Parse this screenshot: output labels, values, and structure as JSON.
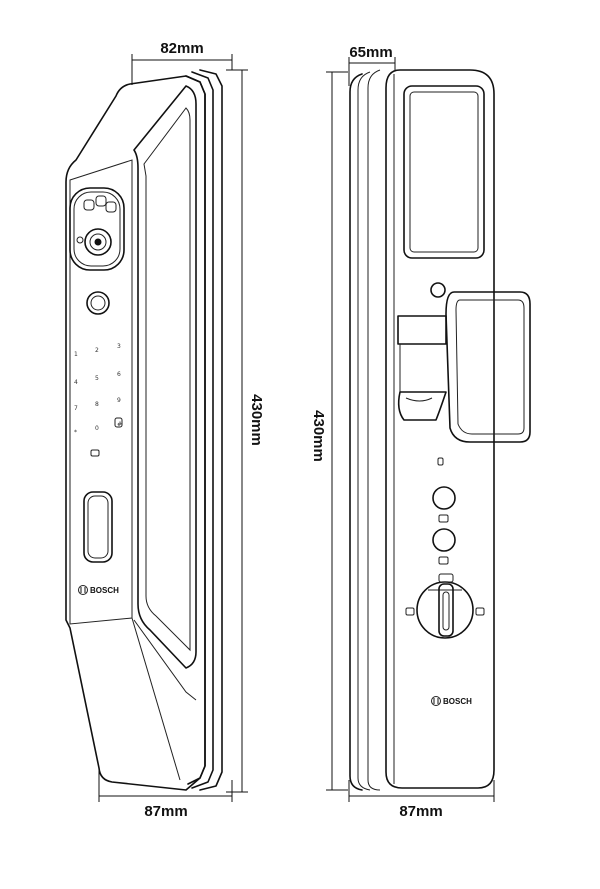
{
  "dimensions": {
    "left_top_width": "82mm",
    "left_bottom_width": "87mm",
    "left_height": "430mm",
    "right_top_width": "65mm",
    "right_bottom_width": "87mm",
    "right_height": "430mm"
  },
  "front_view": {
    "brand": "BOSCH",
    "keypad": [
      "1",
      "2",
      "3",
      "4",
      "5",
      "6",
      "7",
      "8",
      "9",
      "*",
      "0",
      "#"
    ]
  },
  "back_view": {
    "brand": "BOSCH"
  }
}
